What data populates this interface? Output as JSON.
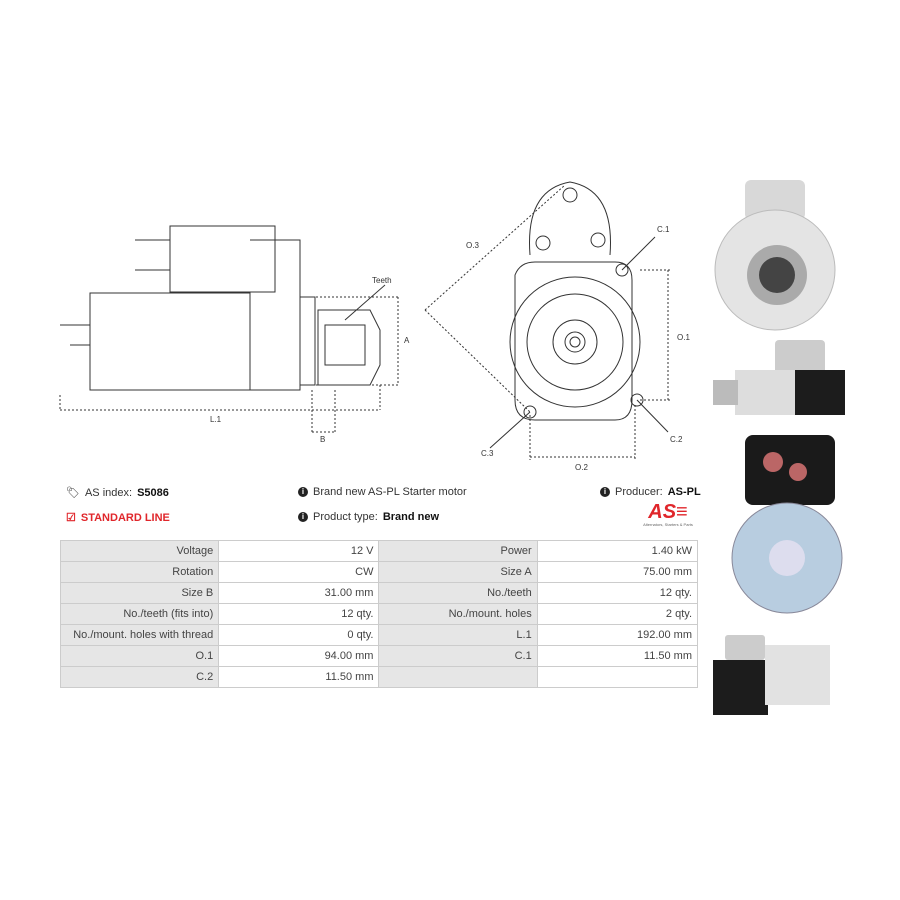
{
  "diagram_labels": {
    "teeth": "Teeth",
    "a": "A",
    "l1": "L.1",
    "b": "B",
    "o3": "O.3",
    "c1": "C.1",
    "o1": "O.1",
    "c2": "C.2",
    "c3": "C.3",
    "o2": "O.2"
  },
  "info": {
    "index_label": "AS index:",
    "index_value": "S5086",
    "line": "STANDARD LINE",
    "description": "Brand new AS-PL Starter motor",
    "product_type_label": "Product type:",
    "product_type_value": "Brand new",
    "producer_label": "Producer:",
    "producer_value": "AS-PL",
    "logo_text": "AS",
    "logo_tagline": "Alternators, Starters & Parts"
  },
  "specs": [
    [
      {
        "k": "Voltage",
        "v": "12 V"
      },
      {
        "k": "Power",
        "v": "1.40 kW"
      }
    ],
    [
      {
        "k": "Rotation",
        "v": "CW"
      },
      {
        "k": "Size A",
        "v": "75.00 mm"
      }
    ],
    [
      {
        "k": "Size B",
        "v": "31.00 mm"
      },
      {
        "k": "No./teeth",
        "v": "12 qty."
      }
    ],
    [
      {
        "k": "No./teeth (fits into)",
        "v": "12 qty."
      },
      {
        "k": "No./mount. holes",
        "v": "2 qty."
      }
    ],
    [
      {
        "k": "No./mount. holes with thread",
        "v": "0 qty."
      },
      {
        "k": "L.1",
        "v": "192.00 mm"
      }
    ],
    [
      {
        "k": "O.1",
        "v": "94.00 mm"
      },
      {
        "k": "C.1",
        "v": "11.50 mm"
      }
    ],
    [
      {
        "k": "C.2",
        "v": "11.50 mm"
      },
      {
        "k": "",
        "v": ""
      }
    ]
  ]
}
